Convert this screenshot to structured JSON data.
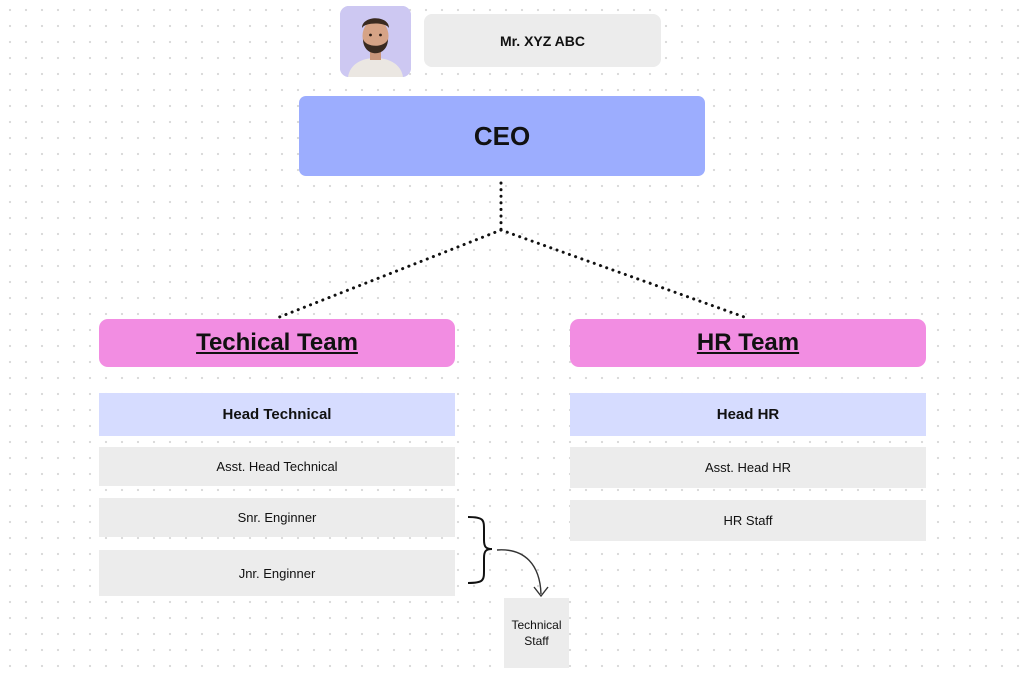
{
  "leader": {
    "name": "Mr. XYZ ABC",
    "title": "CEO"
  },
  "teams": [
    {
      "title": "Techical Team",
      "head": "Head Technical",
      "roles": [
        "Asst. Head Technical",
        "Snr. Enginner",
        "Jnr. Enginner"
      ]
    },
    {
      "title": "HR Team",
      "head": "Head HR",
      "roles": [
        "Asst. Head HR",
        "HR Staff"
      ]
    }
  ],
  "group_note": "Technical Staff",
  "colors": {
    "ceo": "#9cadfe",
    "team_header": "#f28de2",
    "head": "#d6dcff",
    "role": "#ececec",
    "name_box": "#ececec"
  },
  "icons": {
    "avatar": "person-photo"
  }
}
